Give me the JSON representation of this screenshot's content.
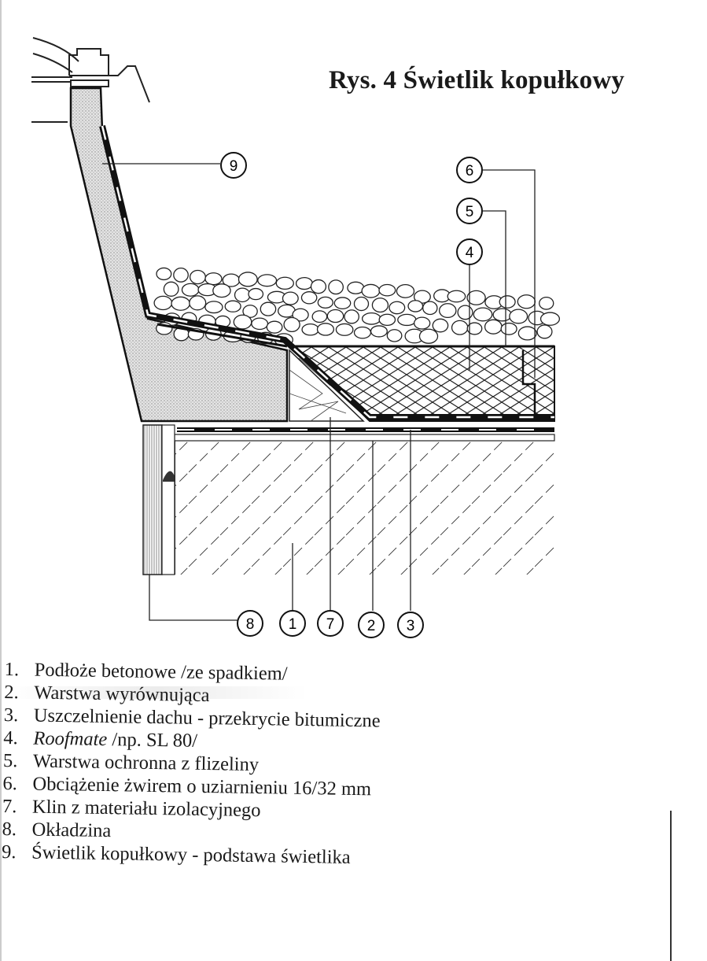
{
  "title": "Rys. 4 Świetlik kopułkowy",
  "callouts": {
    "c9": "9",
    "c6": "6",
    "c5": "5",
    "c4": "4",
    "c8": "8",
    "c1": "1",
    "c7": "7",
    "c2": "2",
    "c3": "3"
  },
  "legend": [
    {
      "num": "1.",
      "text": "Podłoże betonowe /ze spadkiem/"
    },
    {
      "num": "2.",
      "text": "Warstwa wyrównująca"
    },
    {
      "num": "3.",
      "text": "Uszczelnienie dachu - przekrycie bitumiczne"
    },
    {
      "num": "4.",
      "italic": "Roofmate",
      "text": " /np. SL 80/"
    },
    {
      "num": "5.",
      "text": "Warstwa ochronna z flizeliny"
    },
    {
      "num": "6.",
      "text": "Obciążenie żwirem o uziarnieniu 16/32 mm"
    },
    {
      "num": "7.",
      "text": "Klin z materiału izolacyjnego"
    },
    {
      "num": "8.",
      "text": "Okładzina"
    },
    {
      "num": "9.",
      "text": "Świetlik kopułkowy - podstawa świetlika"
    }
  ]
}
